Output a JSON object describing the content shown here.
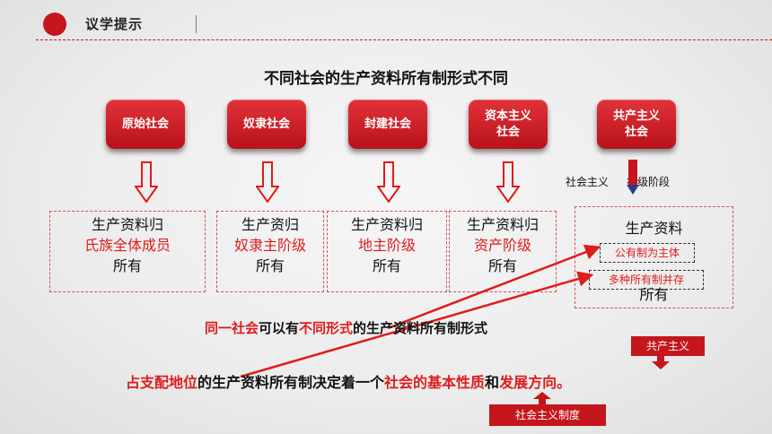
{
  "header": {
    "title": "议学提示"
  },
  "main_title": "不同社会的生产资料所有制形式不同",
  "societies": [
    {
      "label": "原始社会"
    },
    {
      "label": "奴隶社会"
    },
    {
      "label": "封建社会"
    },
    {
      "label": "资本主义\n社会"
    },
    {
      "label": "共产主义\n社会"
    }
  ],
  "boxes": [
    {
      "line1": "生产资料归",
      "highlight": "氏族全体成员",
      "line3": "所有"
    },
    {
      "line1": "生产资归",
      "highlight": "奴隶主阶级",
      "line3": "所有"
    },
    {
      "line1": "生产资料归",
      "highlight": "地主阶级",
      "line3": "所有"
    },
    {
      "line1": "生产资料归",
      "highlight": "资产阶级",
      "line3": "所有"
    }
  ],
  "socialist": {
    "stage_left": "社会主义",
    "stage_right": "初级阶段",
    "line1": "生产资料",
    "tag1": "公有制为主体",
    "tag2": "多种所有制并存",
    "line3": "所有"
  },
  "sentence1": {
    "part1": "同一社会",
    "part2": "可以有",
    "part3": "不同形式",
    "part4": "的生产资料所有制形式"
  },
  "sentence2": {
    "part1": "占支配地位",
    "part2": "的生产资料所有制决定着一个",
    "part3": "社会的基本性质",
    "part4": "和",
    "part5": "发展方向。"
  },
  "tags": {
    "communism": "共产主义",
    "socialist_system": "社会主义制度"
  },
  "colors": {
    "accent": "#c4161c",
    "highlight": "#e01b1b"
  }
}
